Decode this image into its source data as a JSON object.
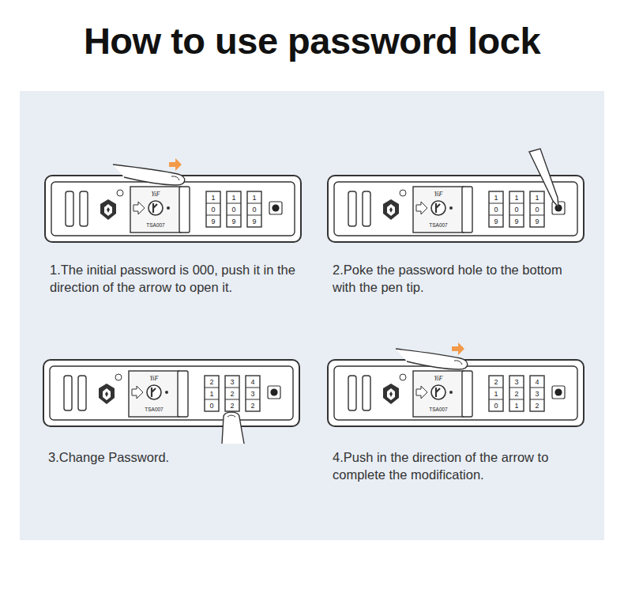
{
  "diagram": {
    "title": "How to use password lock",
    "labels": [
      "YiF",
      "TSA007",
      "1",
      "0",
      "9",
      "1",
      "0",
      "9",
      "1",
      "0",
      "9",
      "1.The initial password is 000, push it in the direction of the arrow to open it.",
      "YiF",
      "TSA007",
      "1",
      "0",
      "9",
      "1",
      "0",
      "9",
      "1",
      "0",
      "9",
      "2.Poke the password hole to the bottom with the pen tip.",
      "YiF",
      "TSA007",
      "2",
      "1",
      "0",
      "3",
      "2",
      "2",
      "4",
      "3",
      "2",
      "3.Change Password.",
      "YiF",
      "TSA007",
      "2",
      "1",
      "0",
      "3",
      "2",
      "1",
      "4",
      "3",
      "2",
      "4.Push in the direction of the arrow to complete the modification."
    ]
  }
}
